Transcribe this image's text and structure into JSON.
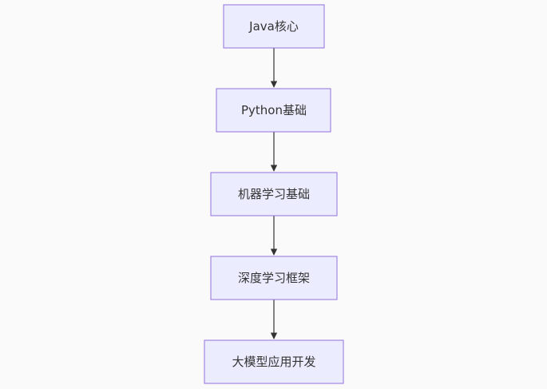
{
  "diagram": {
    "nodes": [
      {
        "id": "n1",
        "label": "Java核心"
      },
      {
        "id": "n2",
        "label": "Python基础"
      },
      {
        "id": "n3",
        "label": "机器学习基础"
      },
      {
        "id": "n4",
        "label": "深度学习框架"
      },
      {
        "id": "n5",
        "label": "大模型应用开发"
      }
    ],
    "edges": [
      {
        "from": "n1",
        "to": "n2"
      },
      {
        "from": "n2",
        "to": "n3"
      },
      {
        "from": "n3",
        "to": "n4"
      },
      {
        "from": "n4",
        "to": "n5"
      }
    ],
    "colors": {
      "node_fill": "#ececff",
      "node_stroke": "#9370db",
      "edge": "#333333",
      "text": "#333333",
      "background": "#fafafa"
    }
  }
}
